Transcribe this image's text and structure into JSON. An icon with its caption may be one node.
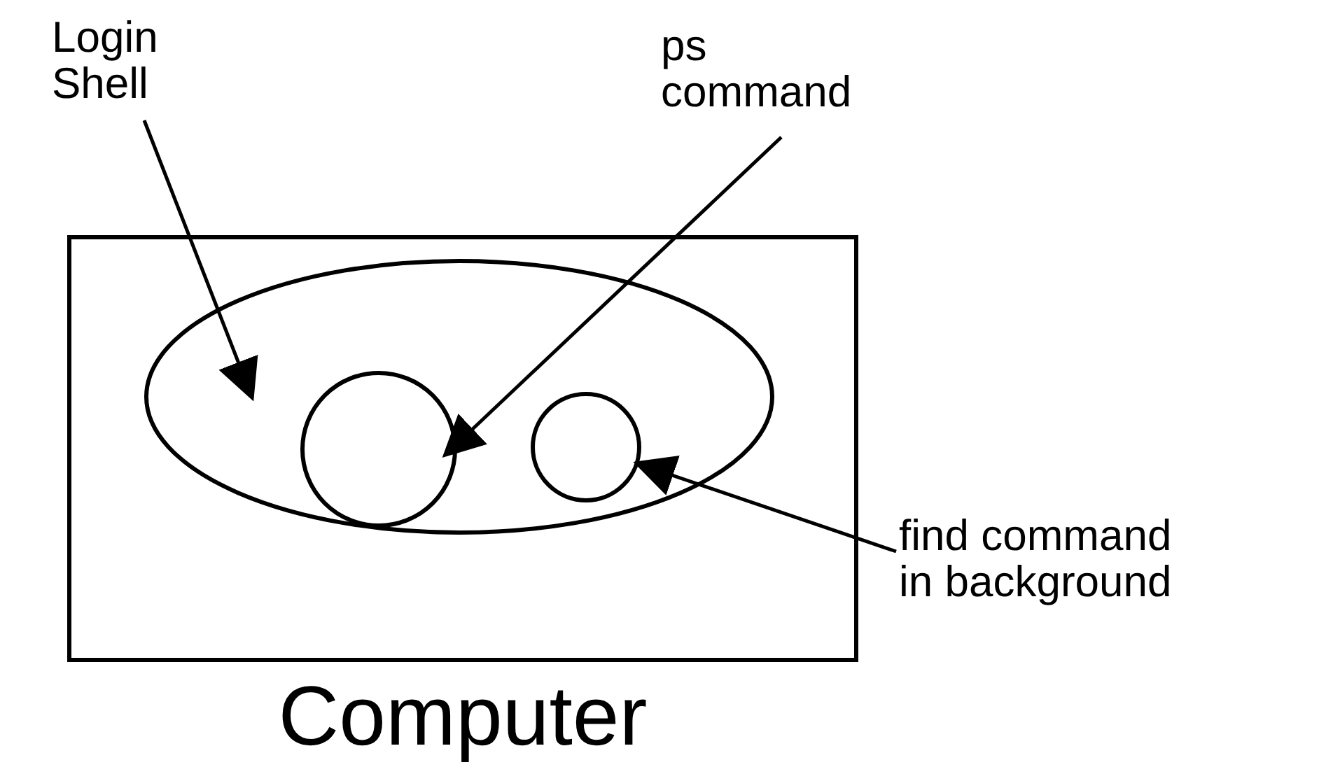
{
  "diagram": {
    "nodes": [
      {
        "text": [
          "Computer"
        ]
      },
      {
        "text": [],
        "shape": "ellipse",
        "in": 0
      },
      {
        "text": [],
        "shape": "circle",
        "in": 1
      },
      {
        "text": [],
        "shape": "circle",
        "in": 1
      },
      {
        "text": [
          "Login Shell"
        ]
      },
      {
        "text": [
          "ps command"
        ]
      },
      {
        "text": [
          "find command in background"
        ]
      }
    ],
    "edges": [
      {
        "from": 4,
        "to": 1,
        "arrow": "to"
      },
      {
        "from": 5,
        "to": 2,
        "arrow": "to"
      },
      {
        "from": 6,
        "to": 3,
        "arrow": "to"
      }
    ]
  }
}
